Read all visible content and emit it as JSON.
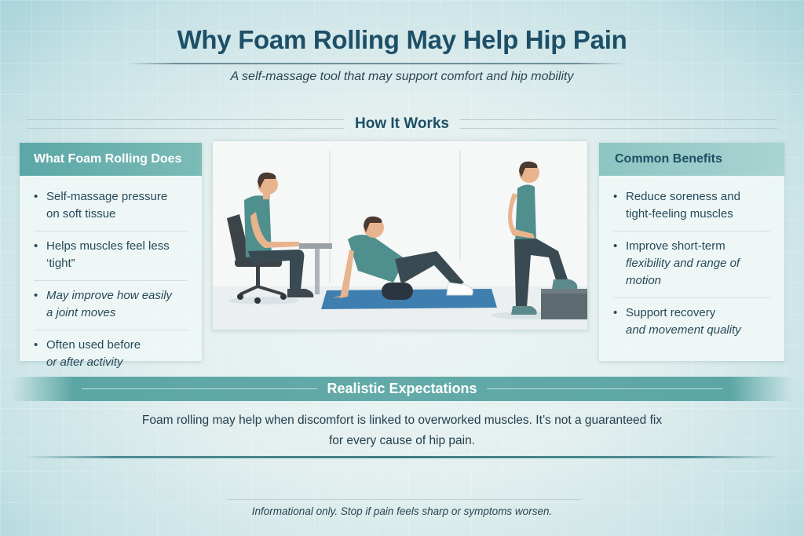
{
  "header": {
    "title": "Why Foam Rolling May Help Hip Pain",
    "subtitle": "A self-massage tool that may support comfort and hip mobility"
  },
  "how_it_works": {
    "heading": "How It Works",
    "illustration": {
      "description": "Three scenes: man sitting at desk in office chair; man foam rolling hip on blue mat; man standing with one foot on step",
      "colors": {
        "shirt": "#4f8f8e",
        "pants": "#3a4a52",
        "mat": "#3f7fb0",
        "roller": "#2b3540",
        "skin": "#e8b48e",
        "hair": "#4a3b30"
      }
    }
  },
  "left_panel": {
    "title": "What Foam Rolling Does",
    "items": [
      {
        "line1": "Self-massage pressure",
        "line2": "on soft tissue"
      },
      {
        "line1": "Helps muscles feel less ‘tight”",
        "line2": ""
      },
      {
        "line1": "May improve how easily",
        "line2": "a joint moves"
      },
      {
        "line1": "Often used before",
        "line2": "or after activity"
      }
    ]
  },
  "right_panel": {
    "title": "Common Benefits",
    "items": [
      {
        "line1": "Reduce soreness and",
        "line2": "tight-feeling muscles"
      },
      {
        "line1": "Improve short-term",
        "line2": "flexibility and range of motion"
      },
      {
        "line1": "Support recovery",
        "line2": "and movement quality"
      }
    ]
  },
  "expectations": {
    "heading": "Realistic Expectations",
    "line1": "Foam rolling may help when discomfort is linked to overworked muscles. It’s not a guaranteed fix",
    "line2": "for every cause of hip pain."
  },
  "footer": {
    "disclaimer": "Informational only. Stop if pain feels sharp or symptoms worsen."
  },
  "colors": {
    "title": "#1d4f67",
    "accent_teal": "#5ba6a5",
    "benefits_header": "#9ccdca",
    "body_text": "#24495a"
  }
}
